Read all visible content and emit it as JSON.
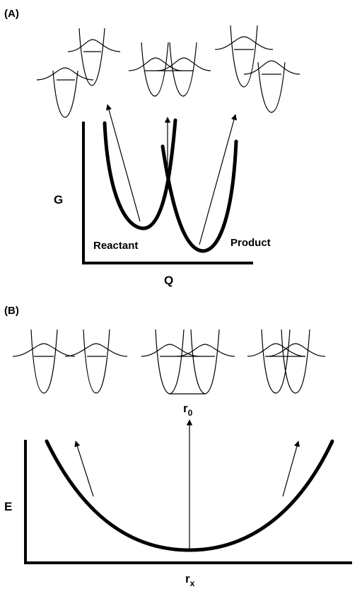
{
  "panel_a": {
    "label": "(A)",
    "y_axis_label": "G",
    "x_axis_label": "Q",
    "left_well_label": "Reactant",
    "right_well_label": "Product"
  },
  "panel_b": {
    "label": "(B)",
    "y_axis_label": "E",
    "x_axis_label": "r",
    "x_axis_subscript": "x",
    "center_label": "r",
    "center_subscript": "0"
  },
  "colors": {
    "ink": "#000000",
    "background": "#ffffff"
  }
}
